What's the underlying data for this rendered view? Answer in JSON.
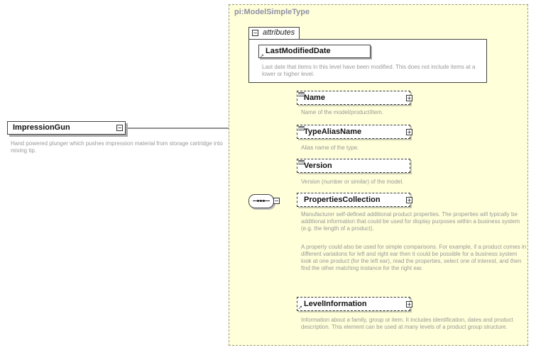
{
  "type_title": "pi:ModelSimpleType",
  "root": {
    "label": "ImpressionGun",
    "description": "Hand powered plunger which pushes impression material from storage cartridge into mixing tip."
  },
  "attributes": {
    "tab_label": "attributes",
    "items": [
      {
        "label": "LastModifiedDate",
        "description": "Last date that items in this level have been modified. This does not include items at a lower or higher level."
      }
    ]
  },
  "elements": [
    {
      "label": "Name",
      "description": "Name of the model/product/item."
    },
    {
      "label": "TypeAliasName",
      "description": "Alias name of the type."
    },
    {
      "label": "Version",
      "description": "Version (number or similar) of the model."
    },
    {
      "label": "PropertiesCollection",
      "description": "Manufacturer self-defined additional product properties.  The properties will typically be additional information that could be used for display purposes within a business system (e.g. the length of a product).",
      "description2": "A property could also be used for simple comparisons.  For example, if a product comes in different variations for left and right ear then it could be possible for a business system look at one product (for the left ear), read the properties, select one of interest, and then find the other matching instance for the right ear."
    },
    {
      "label": "LevelInformation",
      "description": "Information about a family, group or item. It includes identification, dates and product description. This element can be used at many levels of a product group structure."
    }
  ],
  "icons": {
    "plus": "+",
    "minus": "−"
  }
}
